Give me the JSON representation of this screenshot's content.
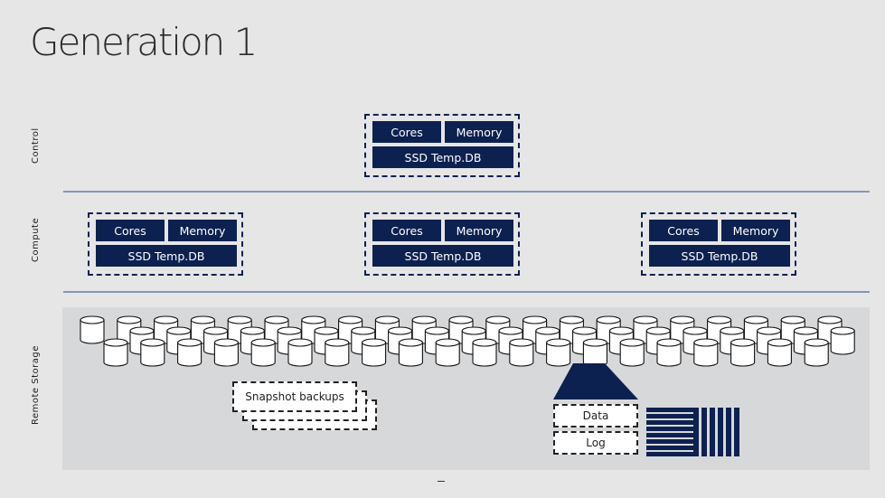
{
  "title": "Generation 1",
  "row_labels": {
    "control": "Control",
    "compute": "Compute",
    "storage": "Remote Storage"
  },
  "node": {
    "cores": "Cores",
    "memory": "Memory",
    "ssd": "SSD Temp.DB"
  },
  "storage": {
    "snapshot": "Snapshot backups",
    "data": "Data",
    "log": "Log"
  },
  "colors": {
    "navy": "#0d2150",
    "divider": "#8497b8",
    "background": "#e6e6e6",
    "storage_bg": "#d7d8da"
  }
}
